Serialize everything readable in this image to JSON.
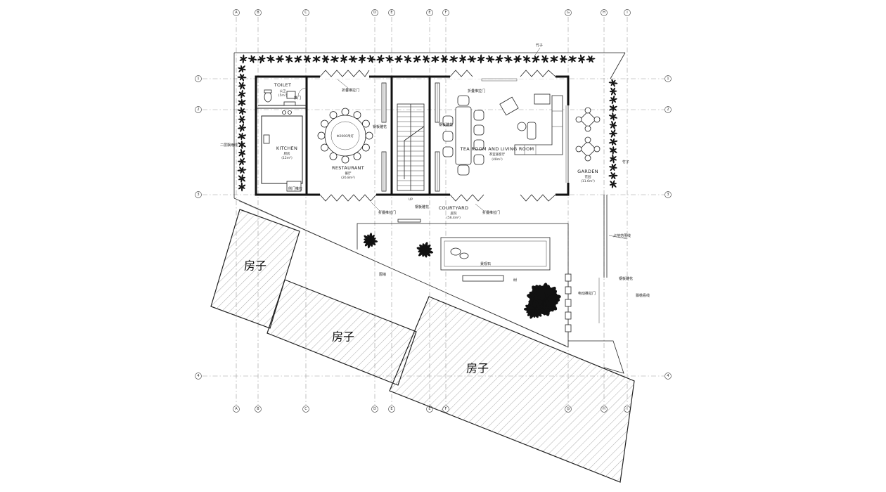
{
  "axes": {
    "top": [
      "A",
      "B",
      "C",
      "D",
      "E",
      "F",
      "G",
      "H",
      "I"
    ],
    "side": [
      "1",
      "2",
      "3",
      "4"
    ]
  },
  "rooms": {
    "toilet": {
      "en": "TOILET",
      "cn": "公卫",
      "area": "(5m²)"
    },
    "kitchen": {
      "en": "KITCHEN",
      "cn": "厨房",
      "area": "(12m²)"
    },
    "restaurant": {
      "en": "RESTAURANT",
      "cn": "餐厅",
      "area": "(26.8m²)"
    },
    "tea_room": {
      "en": "TEA ROOM AND LIVING ROOM",
      "cn": "茶室兼客厅",
      "area": "(48m²)"
    },
    "garden": {
      "en": "GARDEN",
      "cn": "花园",
      "area": "(11.6m²)"
    },
    "courtyard": {
      "en": "COURTYARD",
      "cn": "庭院",
      "area": "(56.4m²)"
    }
  },
  "notes": {
    "folding_door_1": "折叠推拉门",
    "folding_door_2": "折叠推拉门",
    "folding_door_3": "折叠推拉门",
    "folding_door_4": "折叠推拉门",
    "round_table": "Φ2000吊灯",
    "steel_grille_1": "钢板雕花",
    "steel_grille_2": "钢板雕花",
    "steel_grille_3": "钢板雕花",
    "steel_grille_4": "钢板雕花",
    "bamboo_top": "竹子",
    "bamboo_right": "竹子",
    "door_toilet": "推门",
    "side_door_kitchen": "侧门推拉",
    "second_floor_edge": "二层飘雨线",
    "land_line": "占地范围线",
    "eave_line": "飘檐看线",
    "wall_label": "围墙",
    "landscape_stone": "景观石",
    "tree": "树",
    "electric_door": "电动推拉门",
    "stair_up": "UP"
  },
  "houses": [
    "房子",
    "房子",
    "房子"
  ]
}
